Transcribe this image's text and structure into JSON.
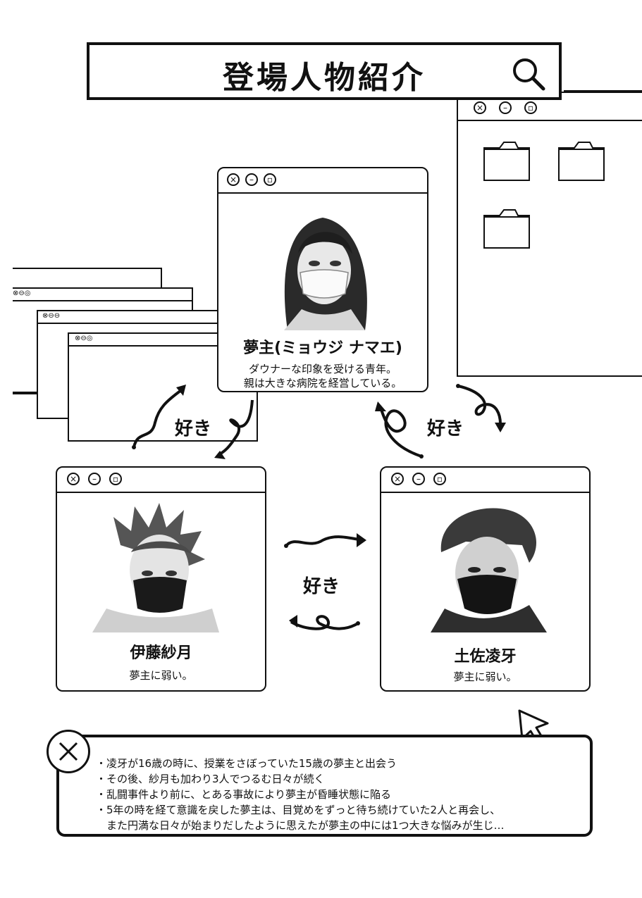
{
  "title": "登場人物紹介",
  "icons": {
    "search": "search-icon",
    "close": "close-icon",
    "minimize": "minimize-icon",
    "maximize": "maximize-icon",
    "folder": "folder-icon",
    "cursor": "cursor-arrow-icon",
    "heart_arrow": "curly-arrow-icon"
  },
  "main_character": {
    "name": "夢主(ミョウジ ナマエ)",
    "desc_line1": "ダウナーな印象を受ける青年。",
    "desc_line2": "親は大きな病院を経営している。"
  },
  "character_left": {
    "name": "伊藤紗月",
    "desc": "夢主に弱い。"
  },
  "character_right": {
    "name": "土佐凌牙",
    "desc": "夢主に弱い。"
  },
  "relations": {
    "left_to_main": "好き",
    "right_to_main": "好き",
    "between": "好き"
  },
  "notes": [
    "・凌牙が16歳の時に、授業をさぼっていた15歳の夢主と出会う",
    "・その後、紗月も加わり3人でつるむ日々が続く",
    "・乱闘事件より前に、とある事故により夢主が昏睡状態に陥る",
    "・5年の時を経て意識を戻した夢主は、目覚めをずっと待ち続けていた2人と再会し、",
    "　また円満な日々が始まりだしたように思えたが夢主の中には1つ大きな悩みが生じ…"
  ]
}
